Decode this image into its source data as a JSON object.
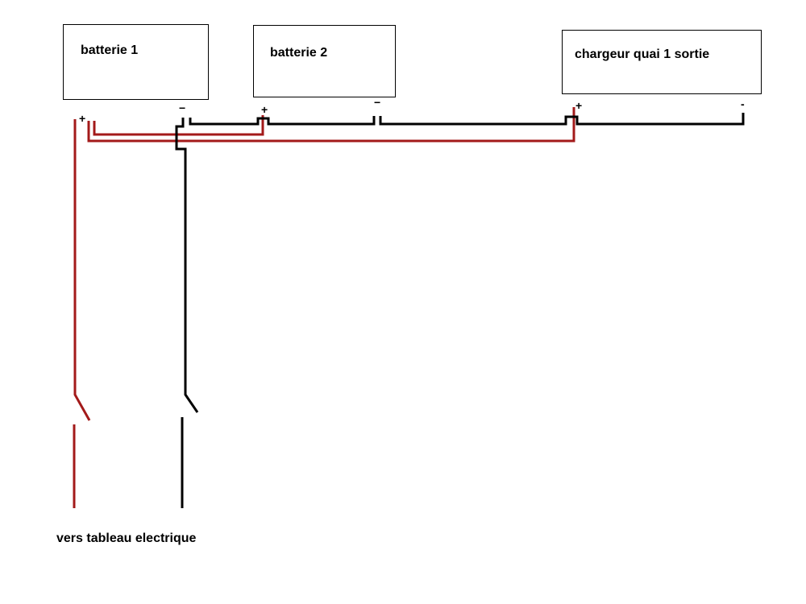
{
  "components": {
    "battery1": {
      "label": "batterie 1",
      "plus": "+",
      "minus": "−"
    },
    "battery2": {
      "label": "batterie 2",
      "plus": "+",
      "minus": "−"
    },
    "charger": {
      "label": "chargeur quai 1 sortie",
      "plus": "+",
      "minus": "-"
    }
  },
  "output_label": "vers tableau electrique",
  "colors": {
    "positive_wire": "#a31a1a",
    "negative_wire": "#000000"
  }
}
